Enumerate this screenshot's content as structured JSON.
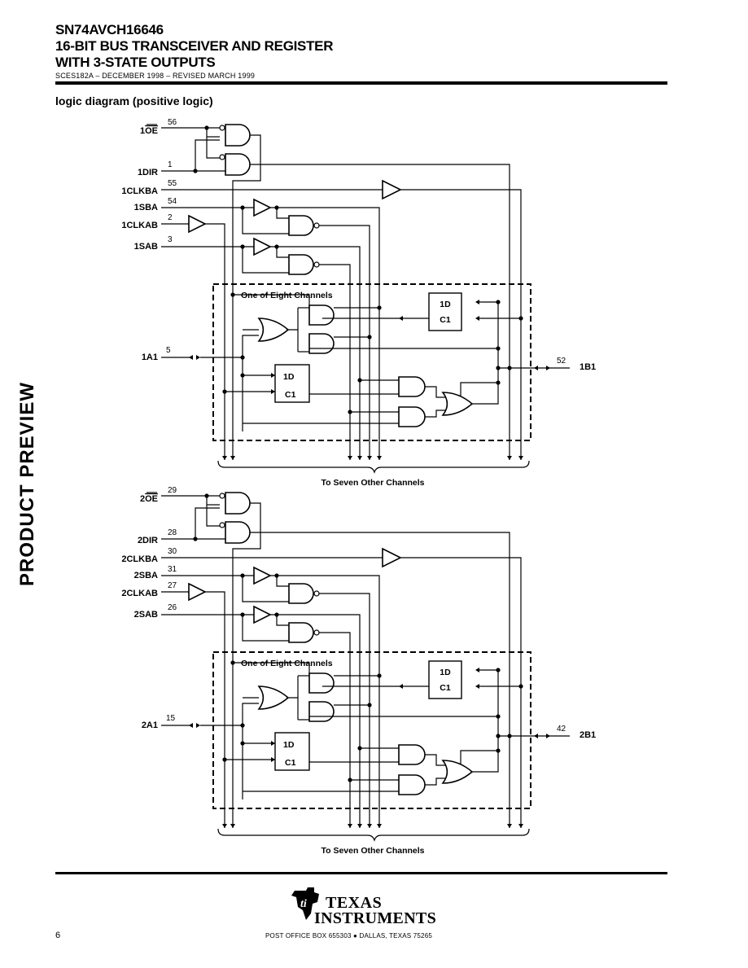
{
  "header": {
    "part_number": "SN74AVCH16646",
    "title_line1": "16-BIT BUS TRANSCEIVER AND REGISTER",
    "title_line2": "WITH 3-STATE OUTPUTS",
    "doc_ref": "SCES182A – DECEMBER 1998 – REVISED MARCH 1999"
  },
  "section_title": "logic diagram (positive logic)",
  "side_label": "PRODUCT PREVIEW",
  "groups": [
    {
      "signals": {
        "oe": {
          "name_prefix": "1",
          "name_over": "OE",
          "pin": "56"
        },
        "dir": {
          "name": "1DIR",
          "pin": "1"
        },
        "clkba": {
          "name": "1CLKBA",
          "pin": "55"
        },
        "sba": {
          "name": "1SBA",
          "pin": "54"
        },
        "clkab": {
          "name": "1CLKAB",
          "pin": "2"
        },
        "sab": {
          "name": "1SAB",
          "pin": "3"
        },
        "a": {
          "name": "1A1",
          "pin": "5"
        },
        "b": {
          "name": "1B1",
          "pin": "52"
        }
      },
      "channel_label": "One of Eight Channels",
      "reg_labels": [
        "1D",
        "C1"
      ],
      "bottom_label": "To Seven Other Channels"
    },
    {
      "signals": {
        "oe": {
          "name_prefix": "2",
          "name_over": "OE",
          "pin": "29"
        },
        "dir": {
          "name": "2DIR",
          "pin": "28"
        },
        "clkba": {
          "name": "2CLKBA",
          "pin": "30"
        },
        "sba": {
          "name": "2SBA",
          "pin": "31"
        },
        "clkab": {
          "name": "2CLKAB",
          "pin": "27"
        },
        "sab": {
          "name": "2SAB",
          "pin": "26"
        },
        "a": {
          "name": "2A1",
          "pin": "15"
        },
        "b": {
          "name": "2B1",
          "pin": "42"
        }
      },
      "channel_label": "One of Eight Channels",
      "reg_labels": [
        "1D",
        "C1"
      ],
      "bottom_label": "To Seven Other Channels"
    }
  ],
  "footer": {
    "page_number": "6",
    "brand_line1": "TEXAS",
    "brand_line2": "INSTRUMENTS",
    "address": "POST OFFICE BOX 655303 ● DALLAS, TEXAS 75265"
  }
}
